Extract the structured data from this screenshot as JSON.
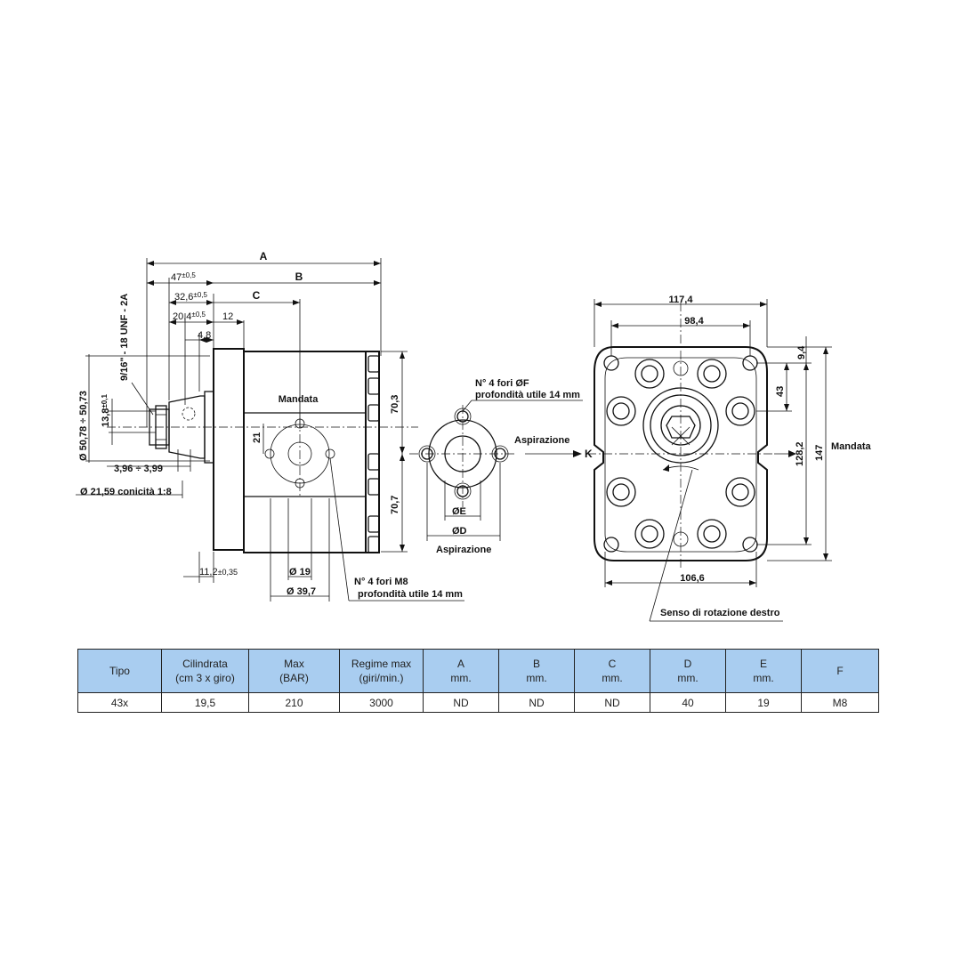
{
  "drawing": {
    "left_view": {
      "dim_A": "A",
      "dim_B": "B",
      "dim_C": "C",
      "dim_47": "47",
      "tol_47": "±0,5",
      "dim_326": "32,6",
      "tol_326": "±0,5",
      "dim_204": "20,4",
      "tol_204": "±0,5",
      "dim_12": "12",
      "dim_48": "4,8",
      "thread": "9/16\" - 18 UNF - 2A",
      "dia_5078": "Ø 50,78 ÷ 50,73",
      "dim_138": "13,8",
      "tol_138": "±0,1",
      "dim_396": "3,96 ÷ 3,99",
      "conic": "Ø 21,59 conicità 1:8",
      "dim_112": "11,2",
      "tol_112": "±0,35",
      "mandata": "Mandata",
      "dim_21": "21",
      "dim_703": "70,3",
      "dim_707": "70,7",
      "dia_19": "Ø 19",
      "dia_397": "Ø 39,7",
      "holes_m8_1": "N° 4 fori  M8",
      "holes_m8_2": "profondità utile 14 mm"
    },
    "middle_view": {
      "holes_f_1": "N° 4 fori  ØF",
      "holes_f_2": "profondità utile 14 mm",
      "dia_E": "ØE",
      "dia_D": "ØD",
      "aspirazione_label": "Aspirazione",
      "aspirazione_arrow": "Aspirazione",
      "arrow_K": "K"
    },
    "right_view": {
      "dim_1174": "117,4",
      "dim_984": "98,4",
      "dim_94": "9,4",
      "dim_43": "43",
      "dim_1282": "128,2",
      "dim_147": "147",
      "mandata": "Mandata",
      "dim_1066": "106,6",
      "rotation": "Senso di rotazione destro"
    }
  },
  "table": {
    "headers": [
      {
        "line1": "Tipo",
        "line2": ""
      },
      {
        "line1": "Cilindrata",
        "line2": "(cm 3 x giro)"
      },
      {
        "line1": "Max",
        "line2": "(BAR)"
      },
      {
        "line1": "Regime max",
        "line2": "(giri/min.)"
      },
      {
        "line1": "A",
        "line2": "mm."
      },
      {
        "line1": "B",
        "line2": "mm."
      },
      {
        "line1": "C",
        "line2": "mm."
      },
      {
        "line1": "D",
        "line2": "mm."
      },
      {
        "line1": "E",
        "line2": "mm."
      },
      {
        "line1": "F",
        "line2": ""
      }
    ],
    "rows": [
      [
        "43x",
        "19,5",
        "210",
        "3000",
        "ND",
        "ND",
        "ND",
        "40",
        "19",
        "M8"
      ]
    ],
    "header_color": "#a9cdf0"
  }
}
